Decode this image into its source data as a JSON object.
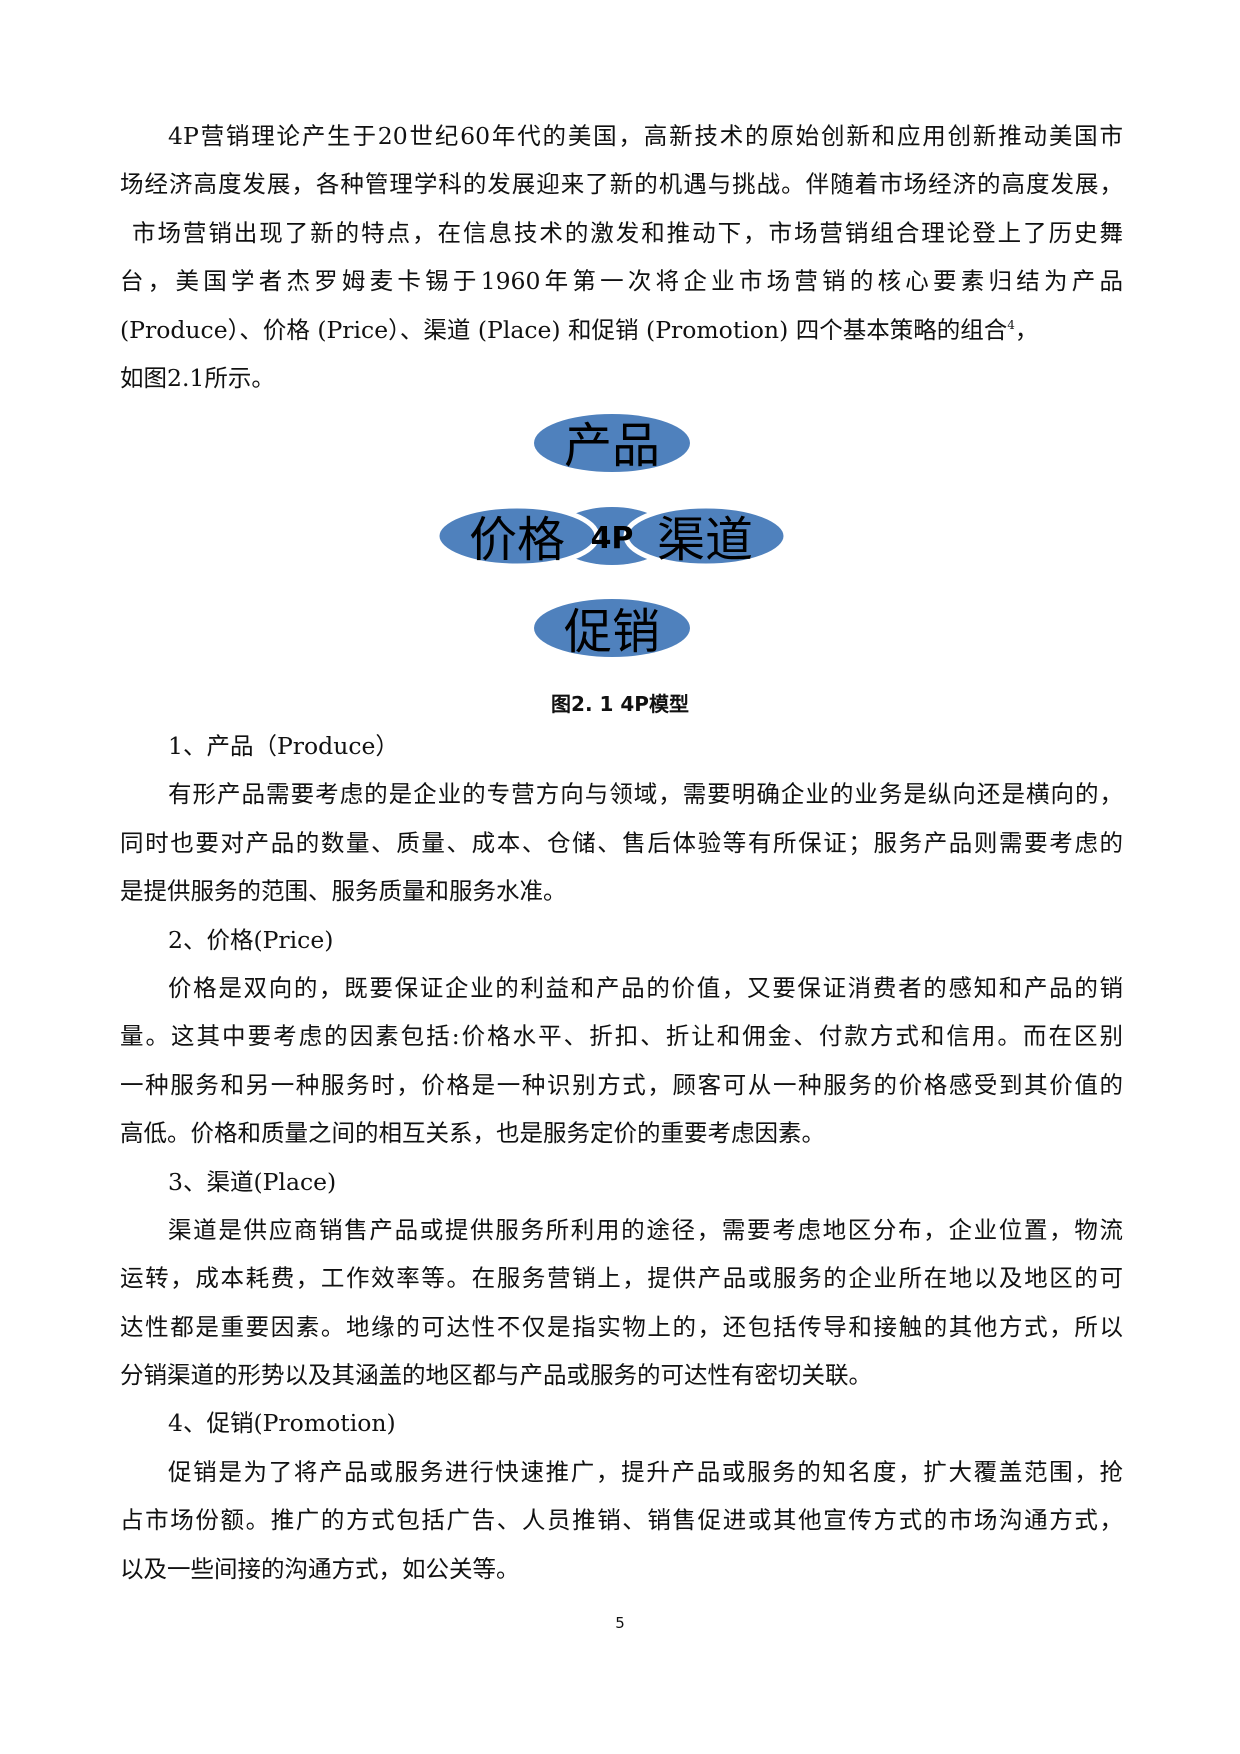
{
  "intro": {
    "lines": [
      "4P营销理论产生于20世纪60年代的美国，高新技术的原始创新和应用创新推动美国市",
      "场经济高度发展，各种管理学科的发展迎来了新的机遇与挑战。伴随着市场经济的高度发展，",
      "市场营销出现了新的特点，在信息技术的激发和推动下，市场营销组合理论登上了历史舞",
      "台，美国学者杰罗姆麦卡锡于1960年第一次将企业市场营销的核心要素归结为产品",
      "(Produce）、价格 (Price）、渠道 (Place) 和促销 (Promotion) 四个基本策略的组合",
      "如图2.1所示。"
    ],
    "footnote_ref": "4",
    "line5_tail": "，"
  },
  "figure": {
    "center_label": "4P",
    "nodes": [
      "产品",
      "价格",
      "渠道",
      "促销"
    ],
    "fill_color": "#4f81bd",
    "caption": "图2. 1 4P模型"
  },
  "sections": [
    {
      "heading": "1、产品（Produce）",
      "lines": [
        "有形产品需要考虑的是企业的专营方向与领域，需要明确企业的业务是纵向还是横向的，",
        "同时也要对产品的数量、质量、成本、仓储、售后体验等有所保证；服务产品则需要考虑的",
        "是提供服务的范围、服务质量和服务水准。"
      ]
    },
    {
      "heading": "2、价格(Price)",
      "lines": [
        "价格是双向的，既要保证企业的利益和产品的价值，又要保证消费者的感知和产品的销",
        "量。这其中要考虑的因素包括:价格水平、折扣、折让和佣金、付款方式和信用。而在区别",
        "一种服务和另一种服务时，价格是一种识别方式，顾客可从一种服务的价格感受到其价值的",
        "高低。价格和质量之间的相互关系，也是服务定价的重要考虑因素。"
      ]
    },
    {
      "heading": "3、渠道(Place)",
      "lines": [
        "渠道是供应商销售产品或提供服务所利用的途径，需要考虑地区分布，企业位置，物流",
        "运转，成本耗费，工作效率等。在服务营销上，提供产品或服务的企业所在地以及地区的可",
        "达性都是重要因素。地缘的可达性不仅是指实物上的，还包括传导和接触的其他方式，所以",
        "分销渠道的形势以及其涵盖的地区都与产品或服务的可达性有密切关联。"
      ]
    },
    {
      "heading": "4、促销(Promotion)",
      "lines": [
        "促销是为了将产品或服务进行快速推广，提升产品或服务的知名度，扩大覆盖范围，抢",
        "占市场份额。推广的方式包括广告、人员推销、销售促进或其他宣传方式的市场沟通方式，",
        "以及一些间接的沟通方式，如公关等。"
      ]
    }
  ],
  "page_number": "5"
}
